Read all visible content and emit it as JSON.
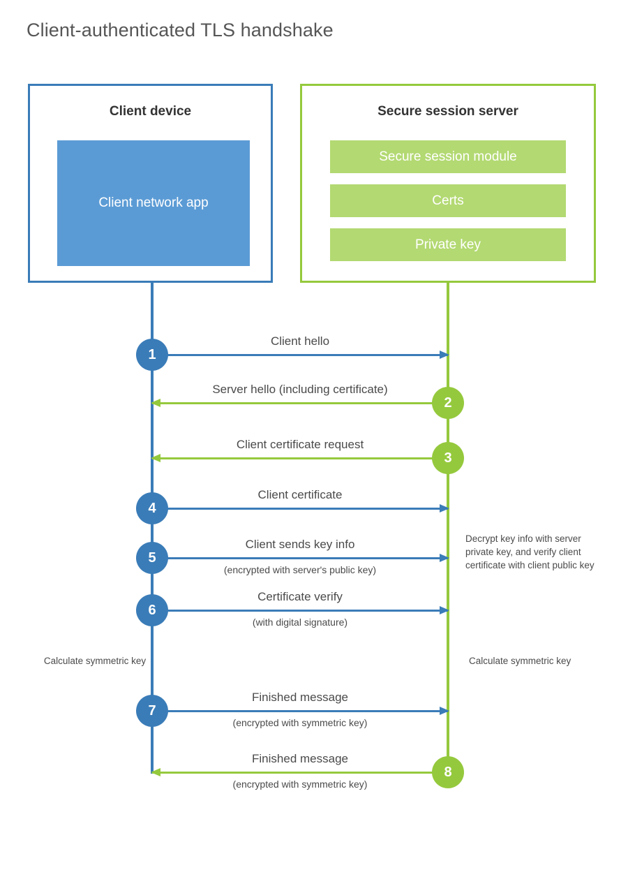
{
  "title": "Client-authenticated TLS handshake",
  "colors": {
    "client_blue": "#3A7CB8",
    "client_block_blue": "#5B9BD5",
    "server_green": "#95C93D",
    "server_block_green": "#B3D972",
    "text": "#4a4a4a",
    "title_text": "#565656"
  },
  "participants": {
    "client": {
      "title": "Client device",
      "block_label": "Client network app"
    },
    "server": {
      "title": "Secure session server",
      "blocks": [
        {
          "label": "Secure session module"
        },
        {
          "label": "Certs"
        },
        {
          "label": "Private key"
        }
      ]
    }
  },
  "messages": [
    {
      "number": "1",
      "label": "Client hello",
      "sublabel": "",
      "direction": "client-to-server"
    },
    {
      "number": "2",
      "label": "Server hello (including certificate)",
      "sublabel": "",
      "direction": "server-to-client"
    },
    {
      "number": "3",
      "label": "Client certificate request",
      "sublabel": "",
      "direction": "server-to-client"
    },
    {
      "number": "4",
      "label": "Client certificate",
      "sublabel": "",
      "direction": "client-to-server"
    },
    {
      "number": "5",
      "label": "Client sends key info",
      "sublabel": "(encrypted with server's public key)",
      "direction": "client-to-server"
    },
    {
      "number": "6",
      "label": "Certificate verify",
      "sublabel": "(with digital signature)",
      "direction": "client-to-server"
    },
    {
      "number": "7",
      "label": "Finished message",
      "sublabel": "(encrypted with symmetric key)",
      "direction": "client-to-server"
    },
    {
      "number": "8",
      "label": "Finished message",
      "sublabel": "(encrypted with symmetric key)",
      "direction": "server-to-client"
    }
  ],
  "notes": {
    "decrypt": "Decrypt key info with server private key, and verify client certificate with client public key",
    "client_symmetric": "Calculate symmetric key",
    "server_symmetric": "Calculate symmetric key"
  }
}
